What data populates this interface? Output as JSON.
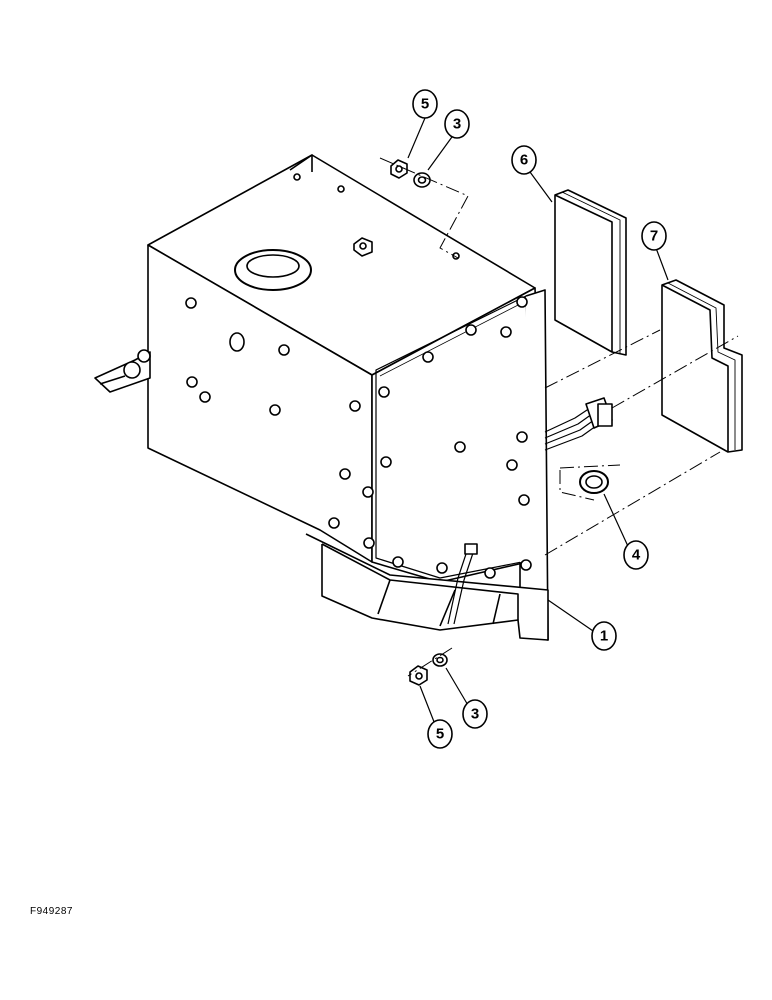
{
  "figure_id": "F949287",
  "callouts": {
    "c1": "1",
    "c3_top": "3",
    "c3_bottom": "3",
    "c4": "4",
    "c5_top": "5",
    "c5_bottom": "5",
    "c6": "6",
    "c7": "7"
  }
}
